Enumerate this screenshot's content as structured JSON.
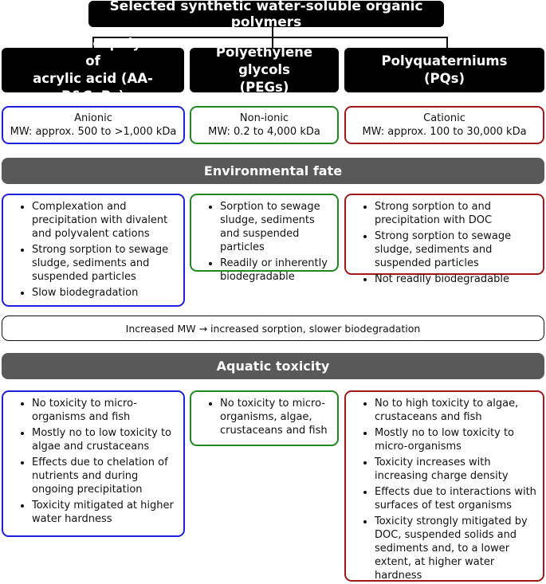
{
  "title": "Selected synthetic water-soluble organic polymers",
  "columns": [
    {
      "heading_line1": "Homo- and copolymers of",
      "heading_line2": "acrylic acid (AA-P&CoPs)",
      "charge": "Anionic",
      "mw": "MW: approx. 500 to >1,000 kDa",
      "color": "#1f1fe0"
    },
    {
      "heading_line1": "Polyethylene glycols",
      "heading_line2": "(PEGs)",
      "charge": "Non-ionic",
      "mw": "MW: 0.2 to 4,000 kDa",
      "color": "#1f8a1f"
    },
    {
      "heading_line1": "Polyquaterniums",
      "heading_line2": "(PQs)",
      "charge": "Cationic",
      "mw": "MW: approx. 100 to 30,000 kDa",
      "color": "#a01818"
    }
  ],
  "environmental_fate": {
    "label": "Environmental fate",
    "items": [
      [
        "Complexation and precipitation with divalent and polyvalent cations",
        "Strong sorption to sewage sludge, sediments and suspended particles",
        "Slow biodegradation"
      ],
      [
        "Sorption to sewage sludge, sediments and suspended particles",
        "Readily or inherently biodegradable"
      ],
      [
        "Strong sorption to and precipitation with DOC",
        "Strong sorption to sewage sludge, sediments and suspended particles",
        "Not readily biodegradable"
      ]
    ]
  },
  "note": "Increased MW →  increased sorption, slower biodegradation",
  "aquatic_toxicity": {
    "label": "Aquatic toxicity",
    "items": [
      [
        "No toxicity to micro-organisms and fish",
        "Mostly no to low toxicity to algae and crustaceans",
        "Effects due to chelation of nutrients and during ongoing precipitation",
        "Toxicity mitigated at higher water hardness"
      ],
      [
        "No toxicity to micro-organisms, algae, crustaceans and fish"
      ],
      [
        "No to high toxicity to algae, crustaceans and fish",
        "Mostly no to low toxicity to micro-organisms",
        "Toxicity increases with increasing charge density",
        "Effects due to interactions with surfaces of test organisms",
        "Toxicity strongly mitigated by DOC, suspended solids and sediments and, to a lower extent, at higher water hardness"
      ]
    ]
  }
}
